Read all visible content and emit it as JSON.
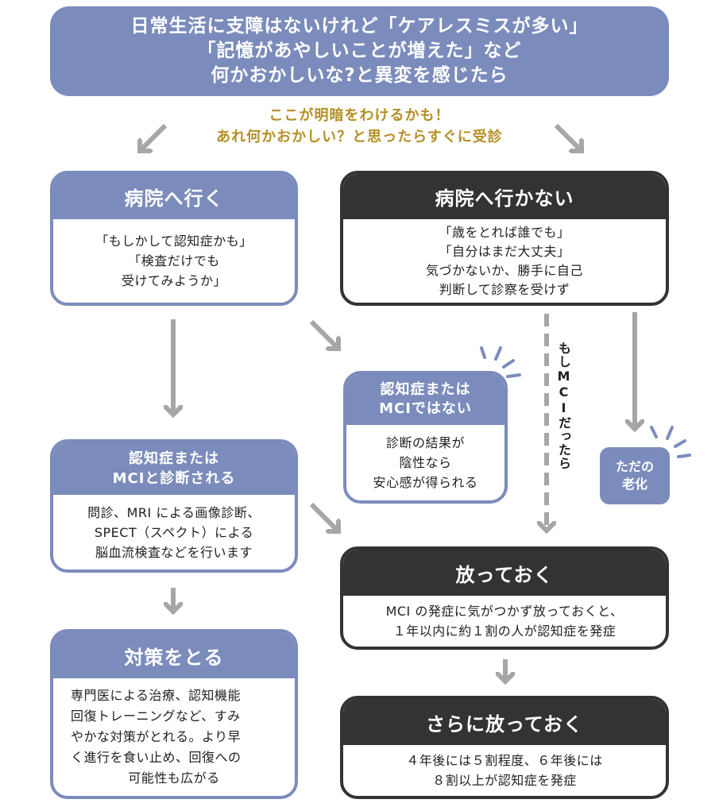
{
  "banner": {
    "line1": "日常生活に支障はないけれど「ケアレスミスが多い」",
    "line2": "「記憶があやしいことが増えた」など",
    "line3": "何かおかしいな?と異変を感じたら"
  },
  "note": {
    "line1": "ここが明暗をわけるかも！",
    "line2": "あれ何かおかしい？と思ったらすぐに受診"
  },
  "go_hospital": {
    "title": "病院へ行く",
    "lines": [
      "「もしかして認知症かも」",
      "「検査だけでも",
      "受けてみようか」"
    ]
  },
  "no_hospital": {
    "title": "病院へ行かない",
    "lines": [
      "「歳をとれば誰でも」",
      "「自分はまだ大丈夫」",
      "気づかないか、勝手に自己",
      "判断して診察を受けず"
    ]
  },
  "not_mci": {
    "title_line1": "認知症または",
    "title_line2": "MCIではない",
    "lines": [
      "診断の結果が",
      "陰性なら",
      "安心感が得られる"
    ]
  },
  "diagnosed": {
    "title_line1": "認知症または",
    "title_line2": "MCIと診断される",
    "lines": [
      "問診、MRI による画像診断、",
      "SPECT（スペクト）による",
      "脳血流検査などを行います"
    ]
  },
  "just_aging": {
    "line1": "ただの",
    "line2": "老化"
  },
  "if_mci_label": "もしMCIだったら",
  "leave_it": {
    "title": "放っておく",
    "lines": [
      "MCI の発症に気がつかず放っておくと、",
      "１年以内に約１割の人が認知症を発症"
    ]
  },
  "take_measures": {
    "title": "対策をとる",
    "lines": [
      "専門医による治療、認知機能",
      "回復トレーニングなど、すみ",
      "やかな対策がとれる。より早",
      "く進行を食い止め、回復への",
      "可能性も広がる"
    ]
  },
  "leave_more": {
    "title": "さらに放っておく",
    "lines": [
      "４年後には５割程度、６年後には",
      "８割以上が認知症を発症"
    ]
  },
  "colors": {
    "blue": "#7b8cbc",
    "dark": "#333333",
    "gold": "#b48f26",
    "arrow": "#a6a6a6"
  }
}
